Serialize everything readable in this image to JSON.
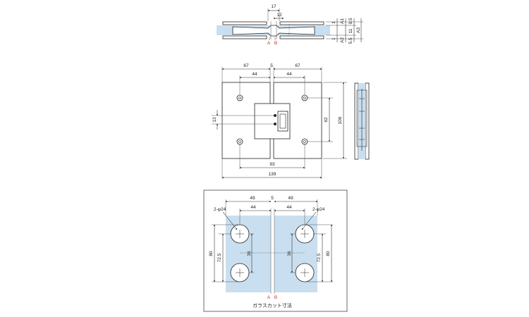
{
  "top_view": {
    "dims": [
      "17",
      "12"
    ],
    "right_dims": [
      "1",
      "A1",
      "9.5",
      "11",
      "A3",
      "1",
      "A2",
      "5.5"
    ],
    "point_labels": [
      "A",
      "B"
    ]
  },
  "front_view": {
    "dims": [
      "67",
      "5",
      "67",
      "44",
      "44",
      "13",
      "62",
      "106",
      "93",
      "139"
    ]
  },
  "glass_cut": {
    "dims": [
      "49",
      "5",
      "49",
      "44",
      "44",
      "80",
      "72.5",
      "72.5",
      "80",
      "36",
      "36"
    ],
    "hole_labels": [
      "2-φ24",
      "2-φ24"
    ],
    "point_labels": [
      "A",
      "B"
    ],
    "caption": "ガラスカット寸法"
  },
  "colors": {
    "line": "#222222",
    "glass": "#c9dff0",
    "label_red": "#d12a2a"
  }
}
